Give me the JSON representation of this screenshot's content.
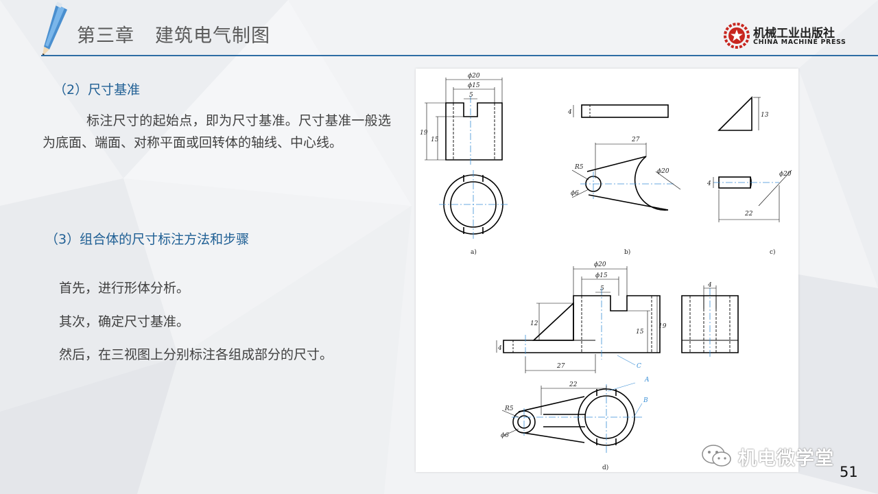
{
  "header": {
    "chapter": "第三章",
    "topic": "建筑电气制图"
  },
  "publisher": {
    "name_cn": "机械工业出版社",
    "name_en": "CHINA MACHINE PRESS"
  },
  "section2": {
    "heading": "（2）尺寸基准",
    "paragraph": "标注尺寸的起始点，即为尺寸基准。尺寸基准一般选为底面、端面、对称平面或回转体的轴线、中心线。"
  },
  "section3": {
    "heading": "（3）组合体的尺寸标注方法和步骤",
    "steps": [
      "首先，进行形体分析。",
      "其次，确定尺寸基准。",
      "然后，在三视图上分别标注各组成部分的尺寸。"
    ]
  },
  "figure": {
    "labels": {
      "a": "a)",
      "b": "b)",
      "c": "c)",
      "d": "d)",
      "phi20": "ϕ20",
      "phi15": "ϕ15",
      "n5": "5",
      "n19": "19",
      "n15": "15",
      "n4": "4",
      "n13": "13",
      "n27": "27",
      "r5": "R5",
      "phi6": "ϕ6",
      "n22": "22",
      "n12": "12",
      "letterA": "A",
      "letterB": "B",
      "letterC": "C"
    }
  },
  "watermark": {
    "text": "机电微学堂"
  },
  "page": {
    "number": "51"
  },
  "colors": {
    "accent": "#1f5f94",
    "header_line": "#2e6da4",
    "dim_line": "#3a8fd6"
  }
}
